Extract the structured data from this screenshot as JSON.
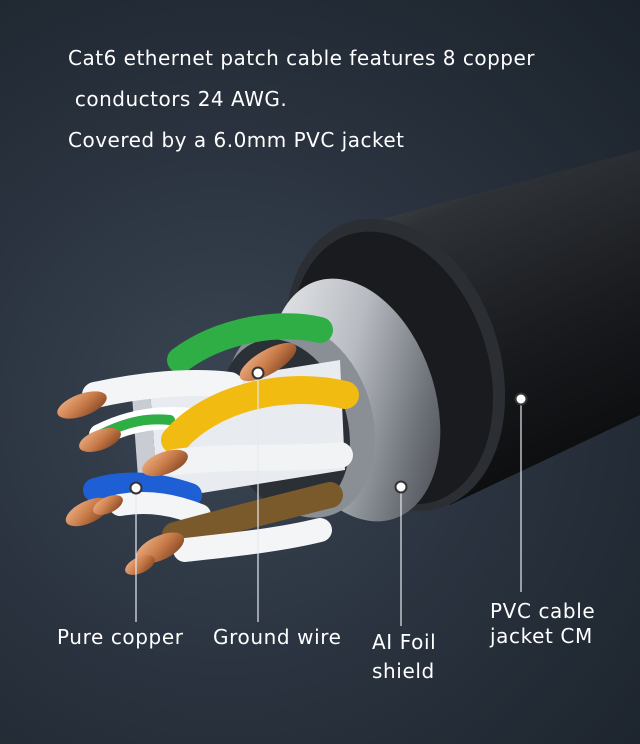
{
  "headline": {
    "line1": "Cat6 ethernet patch cable features 8 copper",
    "line2": " conductors 24 AWG.",
    "line3": "Covered by a 6.0mm PVC jacket"
  },
  "callouts": {
    "pure_copper": "Pure copper",
    "ground_wire": "Ground wire",
    "foil_line1": "AI Foil",
    "foil_line2": "shield",
    "jacket_line1": "PVC cable",
    "jacket_line2": "jacket CM"
  }
}
